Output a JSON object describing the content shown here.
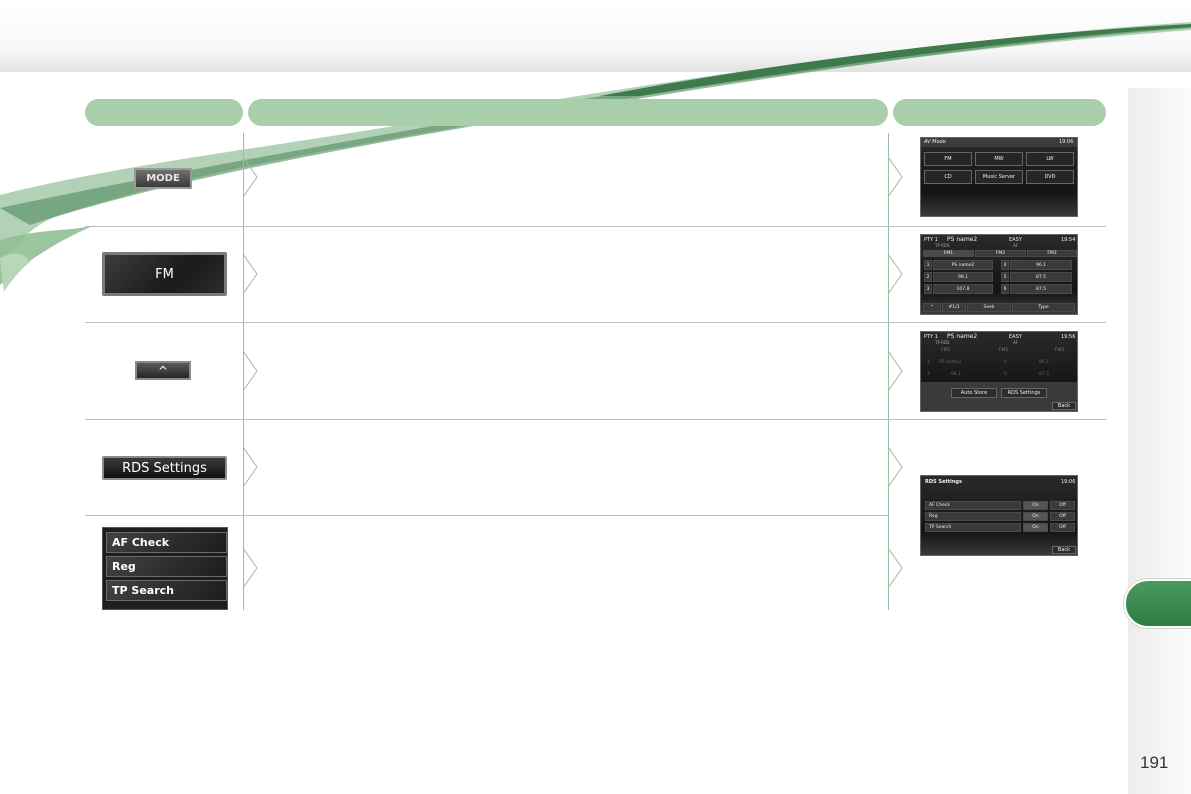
{
  "page_number": "191",
  "colors": {
    "accent_green": "#a9ceaa",
    "tab_green": "#2f7d45",
    "line_green": "#9bbf9e"
  },
  "rows": [
    {
      "button_label": "MODE"
    },
    {
      "button_label": "FM"
    },
    {
      "button_label": "^"
    },
    {
      "button_label": "RDS Settings"
    },
    {
      "button_options": [
        "AF Check",
        "Reg",
        "TP Search"
      ]
    }
  ],
  "screens": {
    "mode": {
      "title": "AV Mode",
      "time": "19:06",
      "buttons": [
        "FM",
        "MW",
        "LW",
        "CD",
        "Music Server",
        "DVD"
      ]
    },
    "fm": {
      "header_left": "PTY 1",
      "header_name": "PS name2",
      "header_right": "EASY",
      "header_sub": "TP RDS",
      "time": "19:54",
      "af": "AF",
      "tabs": [
        "FM1",
        "FM2",
        "FM3"
      ],
      "presets": [
        {
          "num": "1",
          "name": "PS name2"
        },
        {
          "num": "2",
          "name": "98.1"
        },
        {
          "num": "3",
          "name": "107.8"
        },
        {
          "num": "4",
          "name": "96.1"
        },
        {
          "num": "5",
          "name": "87.5"
        },
        {
          "num": "6",
          "name": "87.5"
        }
      ],
      "footer": [
        "^",
        "#1/3",
        "Seek",
        "Type"
      ]
    },
    "fm_menu": {
      "header_left": "PTY 1",
      "header_name": "PS name2",
      "header_right": "EASY",
      "header_sub": "TP RDS",
      "time": "19:56",
      "af": "AF",
      "tabs": [
        "FM1",
        "FM2",
        "FM3"
      ],
      "presets_dim": [
        {
          "num": "1",
          "name": "PS name2"
        },
        {
          "num": "4",
          "name": "96.1"
        },
        {
          "num": "2",
          "name": "98.1"
        },
        {
          "num": "5",
          "name": "87.5"
        }
      ],
      "buttons": [
        "Auto Store",
        "RDS Settings"
      ],
      "back": "Back"
    },
    "rds": {
      "title": "RDS Settings",
      "time": "19:06",
      "rows": [
        {
          "label": "AF Check",
          "on": "On",
          "off": "Off"
        },
        {
          "label": "Reg",
          "on": "On",
          "off": "Off"
        },
        {
          "label": "TP Search",
          "on": "On",
          "off": "Off"
        }
      ],
      "back": "Back"
    }
  }
}
